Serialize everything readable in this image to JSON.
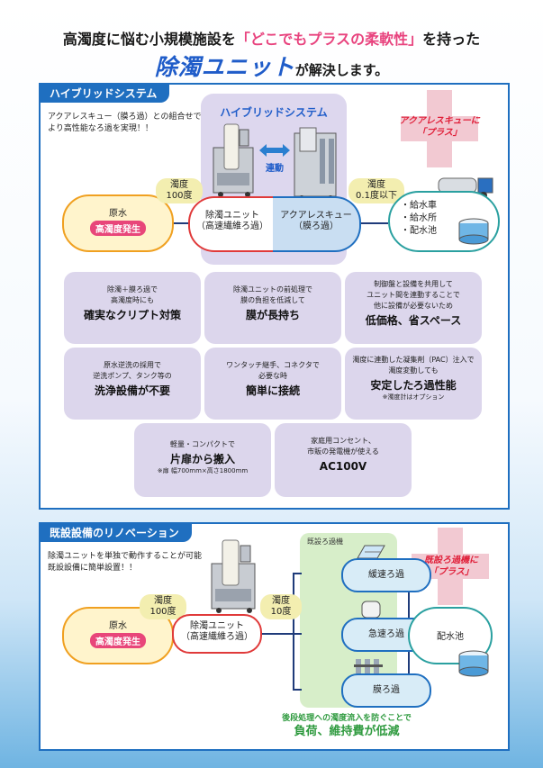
{
  "headline": {
    "line1_pre": "高濁度に悩む小規模施設を",
    "line1_highlight": "「どこでもプラスの柔軟性」",
    "line1_post": "を持った",
    "line2_highlight": "除濁ユニット",
    "line2_post": "が解決します。"
  },
  "hybrid": {
    "title": "ハイブリッドシステム",
    "note_line1": "アクアレスキュー（膜ろ過）との組合せで",
    "note_line2": "より高性能なろ過を実現！！",
    "inner_title": "ハイブリッドシステム",
    "link_label": "連動",
    "plus_line1": "アクアレスキューに",
    "plus_line2": "「プラス」",
    "source_label": "原水",
    "source_tag": "高濁度発生",
    "turb_in_label": "濁度",
    "turb_in_value": "100度",
    "unit_line1": "除濁ユニット",
    "unit_line2": "（高速繊維ろ過）",
    "aqua_line1": "アクアレスキュー",
    "aqua_line2": "（膜ろ過）",
    "turb_out_label": "濁度",
    "turb_out_value": "0.1度以下",
    "dest_items": [
      "・給水車",
      "・給水所",
      "・配水池"
    ]
  },
  "features": [
    {
      "small_lines": [
        "除濁＋膜ろ過で",
        "高濁度時にも"
      ],
      "bold": "確実なクリプト対策",
      "tiny": ""
    },
    {
      "small_lines": [
        "除濁ユニットの前処理で",
        "膜の負担を低減して"
      ],
      "bold": "膜が長持ち",
      "tiny": ""
    },
    {
      "small_lines": [
        "制御盤と設備を共用して",
        "ユニット間を連動することで",
        "他に設備が必要ないため"
      ],
      "bold": "低価格、省スペース",
      "tiny": ""
    },
    {
      "small_lines": [
        "原水逆洗の採用で",
        "逆洗ポンプ、タンク等の"
      ],
      "bold": "洗浄設備が不要",
      "tiny": ""
    },
    {
      "small_lines": [
        "ワンタッチ継手、コネクタで",
        "必要な時"
      ],
      "bold": "簡単に接続",
      "tiny": ""
    },
    {
      "small_lines": [
        "濁度に連動した凝集剤（PAC）注入で",
        "濁度変動しても"
      ],
      "bold": "安定したろ過性能",
      "tiny": "※濁度計はオプション"
    },
    {
      "small_lines": [
        "軽量・コンパクトで"
      ],
      "bold": "片扉から搬入",
      "tiny": "※扉 幅700mm×高さ1800mm"
    },
    {
      "small_lines": [
        "家庭用コンセント、",
        "市販の発電機が使える"
      ],
      "bold": "AC100V",
      "tiny": ""
    }
  ],
  "renovation": {
    "title": "既設設備のリノベーション",
    "note_line1": "除濁ユニットを単独で動作することが可能",
    "note_line2": "既設設備に簡単設置！！",
    "plus_line1": "既設ろ過機に",
    "plus_line2": "「プラス」",
    "source_label": "原水",
    "source_tag": "高濁度発生",
    "turb_in_label": "濁度",
    "turb_in_value": "100度",
    "unit_line1": "除濁ユニット",
    "unit_line2": "（高速繊維ろ過）",
    "turb_out_label": "濁度",
    "turb_out_value": "10度",
    "group_label": "既設ろ過機",
    "filters": [
      "緩速ろ過",
      "急速ろ過",
      "膜ろ過"
    ],
    "dest_label": "配水池",
    "bottom_line1": "後段処理への濁度流入を防ぐことで",
    "bottom_line2": "負荷、維持費が低減"
  },
  "colors": {
    "accent": "#1f6fc0",
    "pink": "#e8437e",
    "plus_red": "#e0203a",
    "green": "#2e9a3e"
  }
}
